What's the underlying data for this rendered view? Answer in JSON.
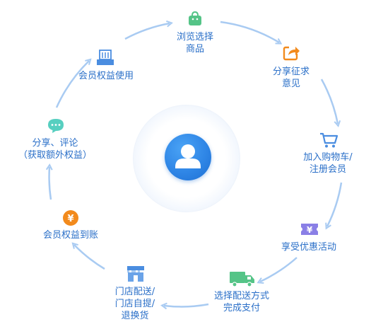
{
  "steps": [
    {
      "id": "browse",
      "icon": "shopping-bag-icon",
      "lines": [
        "浏览选择",
        "商品"
      ]
    },
    {
      "id": "share",
      "icon": "share-arrow-icon",
      "lines": [
        "分享征求",
        "意见"
      ]
    },
    {
      "id": "cart",
      "icon": "cart-icon",
      "lines": [
        "加入购物车/",
        "注册会员"
      ]
    },
    {
      "id": "discount",
      "icon": "yen-ticket-icon",
      "lines": [
        "享受优惠活动"
      ]
    },
    {
      "id": "delivery",
      "icon": "truck-icon",
      "lines": [
        "选择配送方式",
        "完成支付"
      ]
    },
    {
      "id": "pickup",
      "icon": "store-icon",
      "lines": [
        "门店配送/",
        "门店自提/",
        "退换货"
      ]
    },
    {
      "id": "account",
      "icon": "yen-coin-icon",
      "lines": [
        "会员权益到账"
      ]
    },
    {
      "id": "comment",
      "icon": "chat-bubble-icon",
      "lines": [
        "分享、评论",
        "（获取额外权益）"
      ]
    },
    {
      "id": "use",
      "icon": "pos-terminal-icon",
      "lines": [
        "会员权益使用"
      ]
    }
  ],
  "center": {
    "icon": "user-avatar-icon"
  },
  "colors": {
    "arrow": "#a9cbf2",
    "label": "#2a6fc8",
    "center": "#2f86e6",
    "icon_green": "#55c487",
    "icon_orange": "#f28a1c",
    "icon_purple": "#8a7fe6",
    "icon_blue": "#4a8de0",
    "icon_teal": "#57cfc0"
  }
}
